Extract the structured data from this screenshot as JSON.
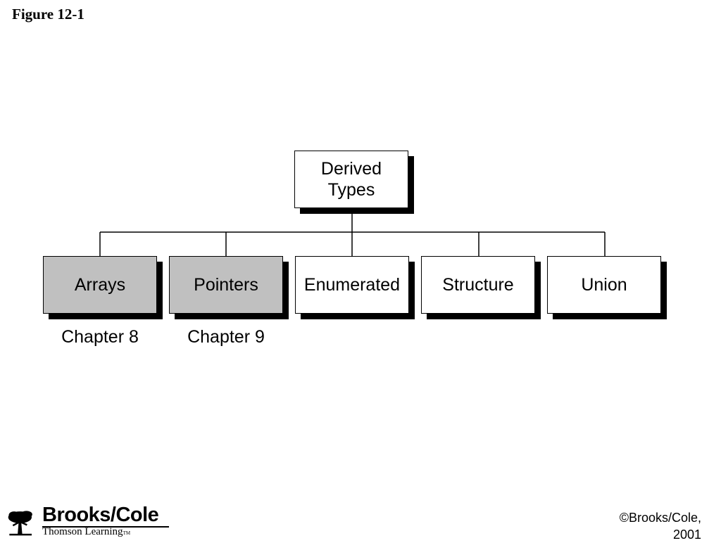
{
  "figure_label": "Figure 12-1",
  "diagram": {
    "root": {
      "line1": "Derived",
      "line2": "Types"
    },
    "children": [
      {
        "label": "Arrays",
        "shaded": true,
        "note": "Chapter 8"
      },
      {
        "label": "Pointers",
        "shaded": true,
        "note": "Chapter 9"
      },
      {
        "label": "Enumerated",
        "shaded": false
      },
      {
        "label": "Structure",
        "shaded": false
      },
      {
        "label": "Union",
        "shaded": false
      }
    ]
  },
  "footer": {
    "brand": "Brooks/Cole",
    "sub": "Thomson Learning",
    "trademark": "TM",
    "copyright_line1": "©Brooks/Cole,",
    "copyright_line2": "2001"
  },
  "colors": {
    "shaded_fill": "#c0c0c0",
    "border": "#000000"
  }
}
